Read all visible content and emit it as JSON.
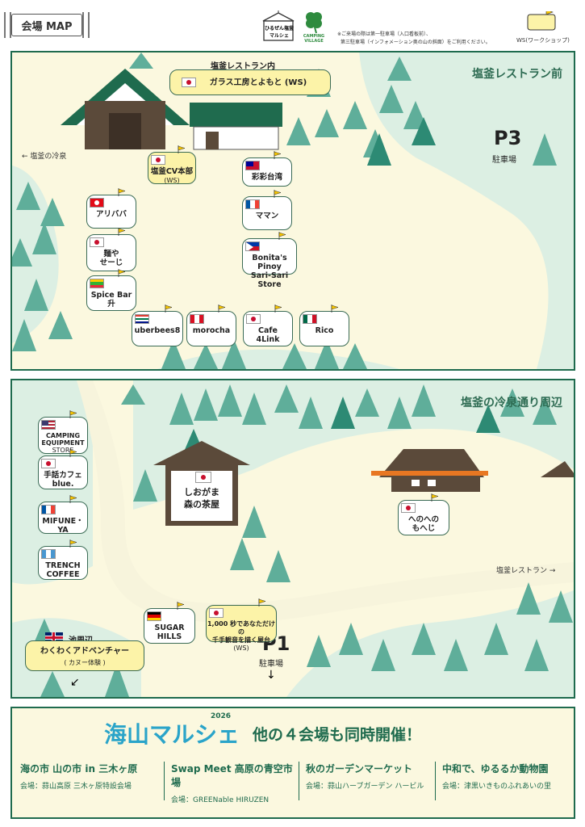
{
  "header": {
    "title": "会場 MAP",
    "logo1_line1": "ひるぜん塩釜",
    "logo1_line2": "マルシェ",
    "logo2": "CAMPING VILLAGE",
    "notice_line1": "※ご来場の際は第一駐車場（入口看板前）、",
    "notice_line2": "第三駐車場（インフォメーション奥の山の斜面）をご利用ください。",
    "ws_legend": "WS(ワークショップ)"
  },
  "map_top": {
    "area_label": "塩釜レストラン前",
    "restaurant_header": "塩釜レストラン内",
    "restaurant_stall": "ガラス工房とよもと (WS)",
    "arrow_left": "← 塩釜の冷泉",
    "parking": "P3",
    "parking_sub": "駐車場",
    "stalls": [
      {
        "name": "塩釜CV本部",
        "sub": "(WS)",
        "flag": "jp"
      },
      {
        "name": "彩彩台湾",
        "sub": "",
        "flag": "tw"
      },
      {
        "name": "アリババ",
        "sub": "",
        "flag": "tr"
      },
      {
        "name": "ママン",
        "sub": "",
        "flag": "fr"
      },
      {
        "name": "麺や",
        "sub": "せーじ",
        "flag": "jp"
      },
      {
        "name": "Bonita's Pinoy",
        "sub": "Sari-Sari Store",
        "flag": "ph"
      },
      {
        "name": "Spice Bar",
        "sub": "升",
        "flag": "mm"
      },
      {
        "name": "uberbees8",
        "sub": "",
        "flag": "za"
      },
      {
        "name": "morocha",
        "sub": "",
        "flag": "pe"
      },
      {
        "name": "Cafe",
        "sub": "4Link",
        "flag": "kr"
      },
      {
        "name": "Rico",
        "sub": "",
        "flag": "mx"
      }
    ]
  },
  "map_bottom": {
    "area_label": "塩釜の冷泉通り周辺",
    "arrow_right": "塩釜レストラン →",
    "parking": "P1",
    "parking_sub": "駐車場",
    "teahouse_line1": "しおがま",
    "teahouse_line2": "森の茶屋",
    "pond_label": "池周辺",
    "pond_stall": "わくわくアドベンチャー",
    "pond_sub": "( カヌー体験 )",
    "stalls": [
      {
        "name": "CAMPING",
        "sub": "EQUIPMENT",
        "sub2": "STORE",
        "flag": "us"
      },
      {
        "name": "手話カフェ",
        "sub": "blue.",
        "flag": "jp"
      },
      {
        "name": "MIFUNE・YA",
        "sub": "",
        "flag": "fr"
      },
      {
        "name": "TRENCH",
        "sub": "COFFEE",
        "flag": "gt"
      },
      {
        "name": "へのへの",
        "sub": "もへじ",
        "flag": "jp"
      },
      {
        "name": "SUGAR",
        "sub": "HILLS",
        "flag": "de"
      },
      {
        "name": "1,000 秒であなただけの",
        "sub": "千手観音を描く屋台",
        "sub2": "(WS)",
        "flag": "jp"
      }
    ]
  },
  "footer": {
    "logo_main": "海山マルシェ",
    "logo_year": "2026",
    "headline": "他の４会場も同時開催！",
    "venues": [
      {
        "name": "海の市 山の市 in 三木ヶ原",
        "place": "会場：蒜山高原 三木ヶ原特設会場"
      },
      {
        "name": "Swap Meet 高原の青空市場",
        "place": "会場：GREENable HIRUZEN"
      },
      {
        "name": "秋のガーデンマーケット",
        "place": "会場：蒜山ハーブガーデン ハービル"
      },
      {
        "name": "中和で、ゆるるか動物園",
        "place": "会場：津黒いきものふれあいの里"
      }
    ]
  },
  "colors": {
    "forest": "#1f6b4e",
    "tree": "#5fae9a",
    "tree_dark": "#2d8a74",
    "paper": "#fbf8df",
    "grass": "#dcefe3",
    "path": "#f7f4dc"
  }
}
